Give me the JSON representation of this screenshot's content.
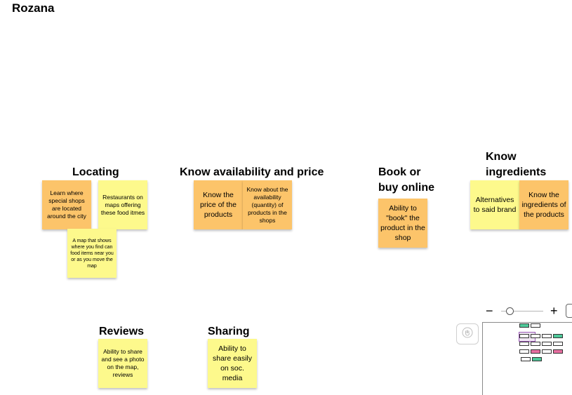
{
  "board": {
    "title": "Rozana",
    "sections": {
      "locating": {
        "heading": "Locating",
        "notes": [
          "Learn where special shops are located around the city",
          "Restaurants on maps offering these food itmes",
          "A map that shows where you find can food items near you or as you move the map"
        ]
      },
      "availability": {
        "heading": "Know availability and price",
        "notes": [
          "Know the price of the products",
          "Know about the availability (quantity) of products in the shops"
        ]
      },
      "book": {
        "heading_line1": "Book or",
        "heading_line2": "buy online",
        "notes": [
          "Ability to \"book\" the product in the shop"
        ]
      },
      "ingredients": {
        "heading_line1": "Know",
        "heading_line2": "ingredients",
        "notes": [
          "Alternatives to said brand",
          "Know the ingredients of the products"
        ]
      },
      "reviews": {
        "heading": "Reviews",
        "notes": [
          "Ability to share and see a photo on the map, reviews"
        ]
      },
      "sharing": {
        "heading": "Sharing",
        "notes": [
          "Ability to share easily on soc. media"
        ]
      }
    }
  },
  "controls": {
    "zoom_out": "−",
    "zoom_in": "+",
    "hand_icon": "hand-icon"
  },
  "colors": {
    "orange_note": "#fcc46a",
    "yellow_note": "#fdf98c"
  }
}
